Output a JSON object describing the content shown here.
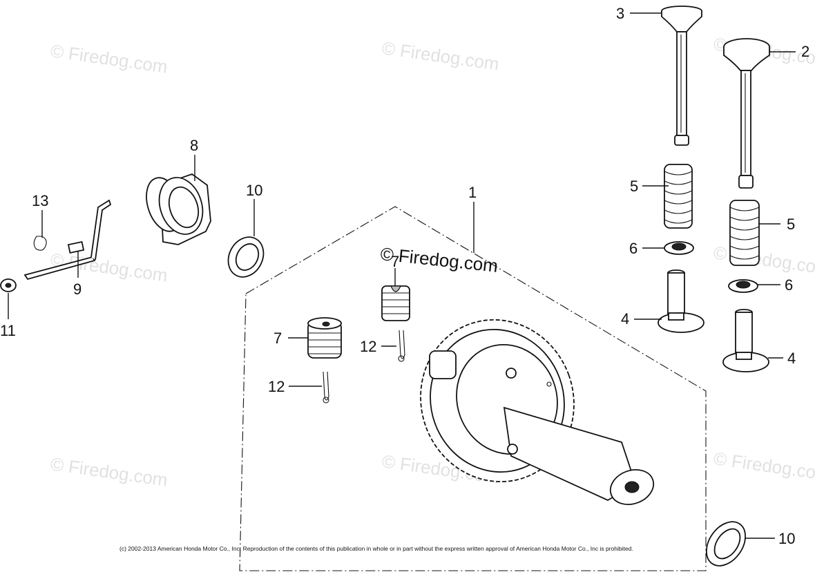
{
  "diagram": {
    "callouts": [
      {
        "id": "c1",
        "text": "1"
      },
      {
        "id": "c2",
        "text": "2"
      },
      {
        "id": "c3",
        "text": "3"
      },
      {
        "id": "c4a",
        "text": "4"
      },
      {
        "id": "c4b",
        "text": "4"
      },
      {
        "id": "c5a",
        "text": "5"
      },
      {
        "id": "c5b",
        "text": "5"
      },
      {
        "id": "c6a",
        "text": "6"
      },
      {
        "id": "c6b",
        "text": "6"
      },
      {
        "id": "c7a",
        "text": "7"
      },
      {
        "id": "c7b",
        "text": "7"
      },
      {
        "id": "c8",
        "text": "8"
      },
      {
        "id": "c9",
        "text": "9"
      },
      {
        "id": "c10a",
        "text": "10"
      },
      {
        "id": "c10b",
        "text": "10"
      },
      {
        "id": "c11",
        "text": "11"
      },
      {
        "id": "c12a",
        "text": "12"
      },
      {
        "id": "c12b",
        "text": "12"
      },
      {
        "id": "c13",
        "text": "13"
      }
    ],
    "watermark": {
      "text": "© Firedog.com",
      "text_short": "© Firedog.co"
    },
    "copyright": "(c) 2002-2013 American Honda Motor Co., Inc. Reproduction of the contents of this publication in whole or in part without the express written approval of American Honda Motor Co., Inc is prohibited.",
    "colors": {
      "ink": "#111111",
      "watermark": "#c9c9c9",
      "background": "#ffffff"
    }
  }
}
